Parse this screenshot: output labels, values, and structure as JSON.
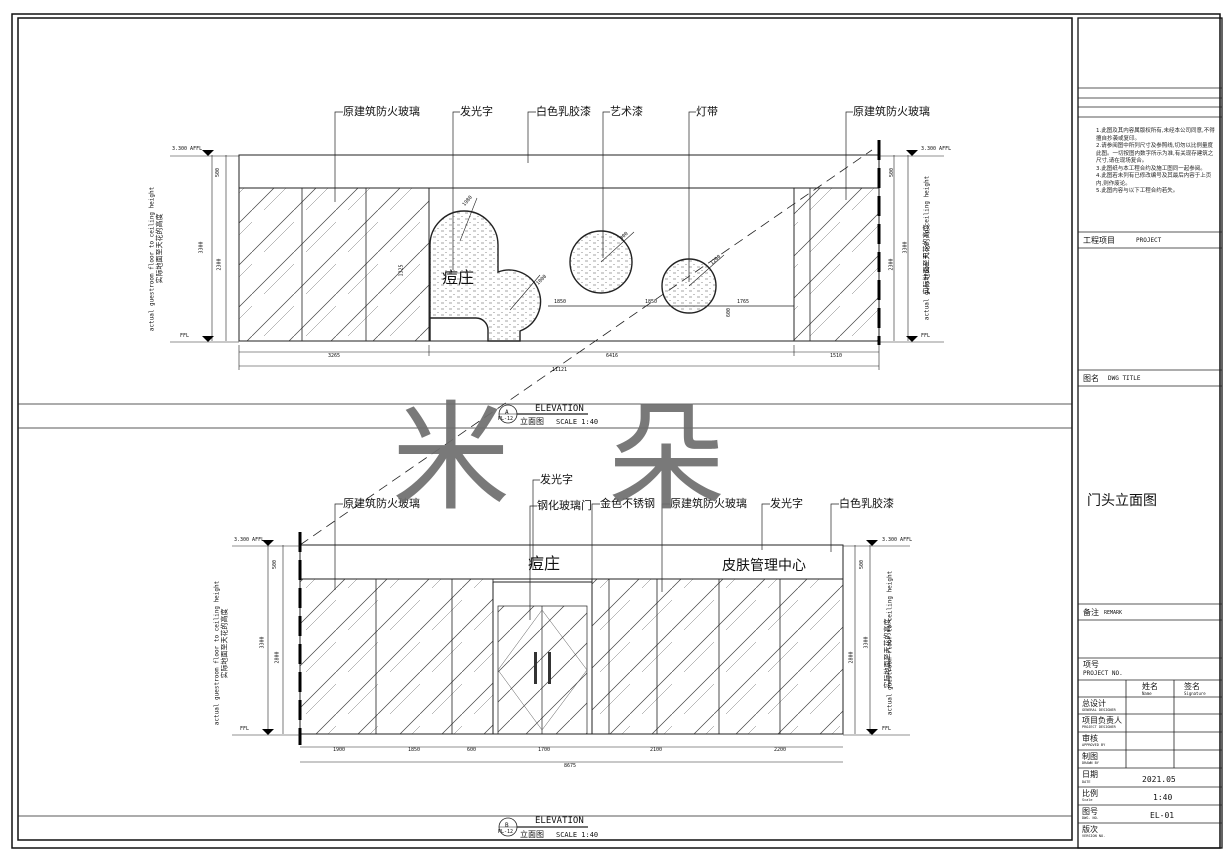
{
  "watermark": "米 朵",
  "elevation_a": {
    "level_top": "3.300 AFFL",
    "level_bottom": "FFL",
    "labels": {
      "glass_left": "原建筑防火玻璃",
      "luminous_text": "发光字",
      "white_latex": "白色乳胶漆",
      "art_paint": "艺术漆",
      "light_strip": "灯带",
      "glass_right": "原建筑防火玻璃"
    },
    "side_note_cn": "实际地面至天花的高度",
    "side_note_en": "actual guestroom floor to ceiling height",
    "sign_text": "痘庄",
    "dims": {
      "top_band": "500",
      "height_total": "3300",
      "height_glass": "2300",
      "bottom_left": "3265",
      "bottom_mid": "6416",
      "bottom_right": "1510",
      "total": "11121",
      "r1": "1980",
      "r2": "1000",
      "r3": "900",
      "r4": "1200",
      "d1": "1850",
      "d2": "1850",
      "d3": "1765",
      "h1": "600",
      "h2": "1325"
    },
    "caption": {
      "marker_letter": "A",
      "marker_sheet": "PL-12",
      "title_en": "ELEVATION",
      "title_cn": "立面图",
      "scale": "SCALE 1:40"
    }
  },
  "elevation_b": {
    "level_top": "3.300 AFFL",
    "level_bottom": "FFL",
    "labels": {
      "glass_left": "原建筑防火玻璃",
      "luminous_text_1": "发光字",
      "tempered_door": "钢化玻璃门",
      "gold_steel": "金色不锈钢",
      "glass_mid": "原建筑防火玻璃",
      "luminous_text_2": "发光字",
      "white_latex": "白色乳胶漆"
    },
    "side_note_cn": "实际地面至天花的高度",
    "side_note_en": "actual guestroom floor to ceiling height",
    "sign_left": "痘庄",
    "sign_right": "皮肤管理中心",
    "dims": {
      "top_band": "500",
      "height_total": "3300",
      "height_glass": "2800",
      "b1": "1900",
      "b2": "1850",
      "b3": "600",
      "b4": "1700",
      "b5": "2100",
      "b6": "2200",
      "total": "8675"
    },
    "caption": {
      "marker_letter": "B",
      "marker_sheet": "PL-12",
      "title_en": "ELEVATION",
      "title_cn": "立面图",
      "scale": "SCALE 1:40"
    }
  },
  "title_block": {
    "notes": [
      "1.此图及其内容属版权所有,未经本公司同意,不得擅自抄袭或复印。",
      "2.请参阅图中所列尺寸及参照线,切勿以比例量度此图。一切按图内数字所示为准,有关现存建筑之尺寸,请在现场复合。",
      "3.此图纸与本工程合约及施工图同一起参阅。",
      "4.此图若未列有已修改编号及其最后内容于上页内,则作废论。",
      "5.此图内容与以下工程合约若失。"
    ],
    "project_cn": "工程项目",
    "project_en": "PROJECT",
    "dwg_title_cn": "图名",
    "dwg_title_en": "DWG TITLE",
    "drawing_name": "门头立面图",
    "remark_cn": "备注",
    "remark_en": "REMARK",
    "project_no_cn": "项号",
    "project_no_en": "PROJECT NO.",
    "name_cn": "姓名",
    "name_en": "Name",
    "sign_cn": "签名",
    "sign_en": "Signature",
    "rows": [
      {
        "cn": "总设计",
        "en": "GENERAL DESIGNER"
      },
      {
        "cn": "项目负责人",
        "en": "PROJECT DESIGNER"
      },
      {
        "cn": "审核",
        "en": "APPROVED BY"
      },
      {
        "cn": "制图",
        "en": "DRAWN BY"
      }
    ],
    "date_cn": "日期",
    "date_en": "DATE",
    "date_value": "2021.05",
    "scale_cn": "比例",
    "scale_en": "Scale",
    "scale_value": "1:40",
    "dwg_no_cn": "图号",
    "dwg_no_en": "DWG. NO.",
    "dwg_no_value": "EL-01",
    "version_cn": "版次",
    "version_en": "VERSION NO."
  }
}
